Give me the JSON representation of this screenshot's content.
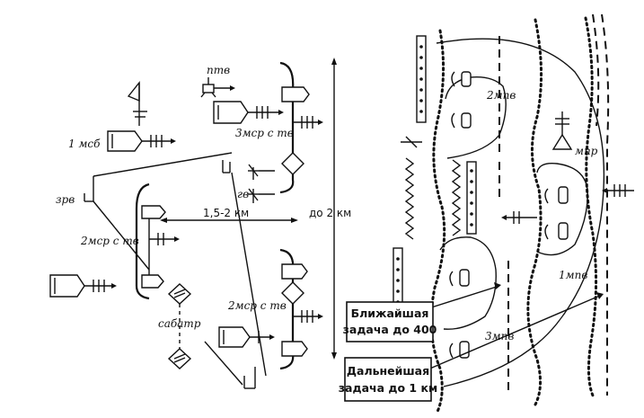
{
  "labels": {
    "ptv": "птв",
    "msb1": "1 мсб",
    "msr3": "3мср с тв",
    "zrv": "зрв",
    "gv": "гв",
    "distance_front": "1,5-2 км",
    "depth": "до 2 км",
    "msr2_left": "2мср с тв",
    "sabatr": "сабатр",
    "msr2_bottom": "2мср с тв",
    "mpv2": "2мпв",
    "mpr": "мпр",
    "mpv1": "1мпв",
    "mpv3": "3мпв"
  },
  "boxes": {
    "near_line1": "Ближайшая",
    "near_line2": "задача до 400",
    "far_line1": "Дальнейшая",
    "far_line2": "задача до 1 км"
  },
  "colors": {
    "ink": "#111111",
    "paper": "#ffffff"
  }
}
